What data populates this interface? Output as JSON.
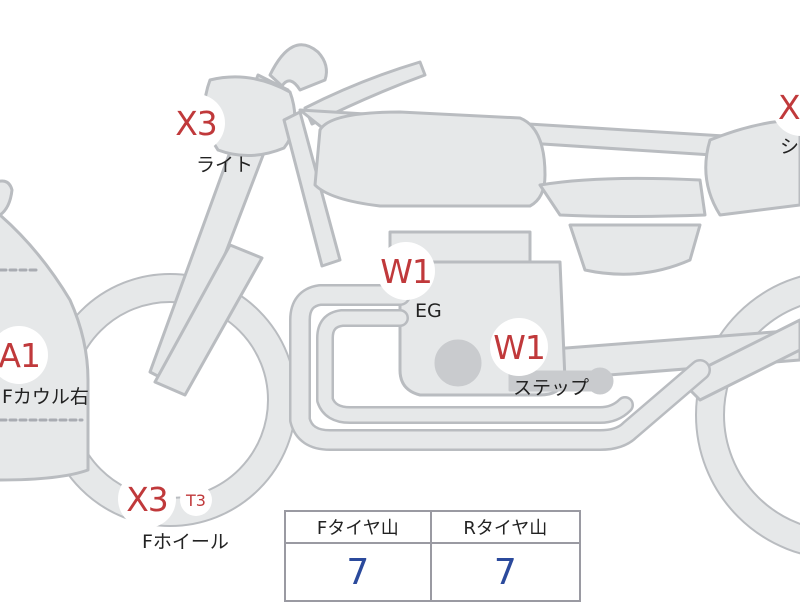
{
  "diagram": {
    "colors": {
      "fill": "#e6e8e9",
      "stroke": "#b9bcc0",
      "dark": "#c9cbce",
      "mark": "#c0393b",
      "value": "#2b4a9c",
      "grid": "#9a9aa2"
    },
    "markers": [
      {
        "id": "light",
        "code": "X3",
        "label": "ライト"
      },
      {
        "id": "engine",
        "code": "W1",
        "label": "EG"
      },
      {
        "id": "step",
        "code": "W1",
        "label": "ステップ"
      },
      {
        "id": "cowl-right",
        "code": "A1",
        "label": "Fカウル右"
      },
      {
        "id": "front-wheel",
        "code": "X3",
        "sub_code": "T3",
        "label": "Fホイール"
      },
      {
        "id": "seat",
        "code": "X",
        "label": "シ"
      }
    ],
    "tire_table": {
      "headers": [
        "Fタイヤ山",
        "Rタイヤ山"
      ],
      "values": [
        "7",
        "7"
      ]
    }
  }
}
